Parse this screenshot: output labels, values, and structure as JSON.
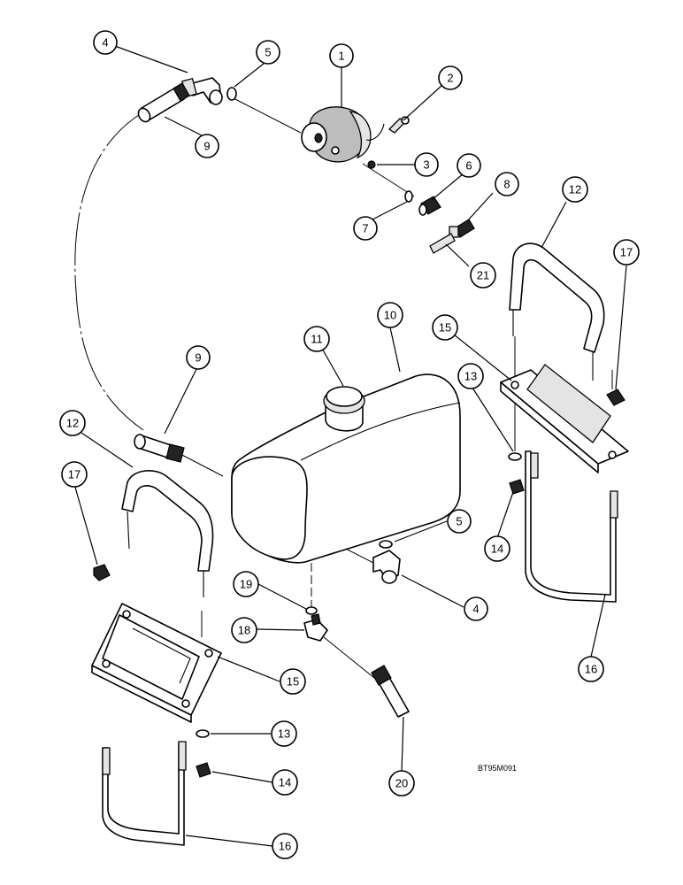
{
  "figure_code": "BT95M091",
  "callouts": [
    {
      "id": "c1",
      "label": "1"
    },
    {
      "id": "c2",
      "label": "2"
    },
    {
      "id": "c3",
      "label": "3"
    },
    {
      "id": "c4a",
      "label": "4"
    },
    {
      "id": "c5a",
      "label": "5"
    },
    {
      "id": "c6",
      "label": "6"
    },
    {
      "id": "c7",
      "label": "7"
    },
    {
      "id": "c8",
      "label": "8"
    },
    {
      "id": "c9a",
      "label": "9"
    },
    {
      "id": "c21",
      "label": "21"
    },
    {
      "id": "c12a",
      "label": "12"
    },
    {
      "id": "c17a",
      "label": "17"
    },
    {
      "id": "c10",
      "label": "10"
    },
    {
      "id": "c11",
      "label": "11"
    },
    {
      "id": "c9b",
      "label": "9"
    },
    {
      "id": "c15a",
      "label": "15"
    },
    {
      "id": "c13a",
      "label": "13"
    },
    {
      "id": "c12b",
      "label": "12"
    },
    {
      "id": "c17b",
      "label": "17"
    },
    {
      "id": "c14a",
      "label": "14"
    },
    {
      "id": "c5b",
      "label": "5"
    },
    {
      "id": "c4b",
      "label": "4"
    },
    {
      "id": "c19",
      "label": "19"
    },
    {
      "id": "c18",
      "label": "18"
    },
    {
      "id": "c15b",
      "label": "15"
    },
    {
      "id": "c16a",
      "label": "16"
    },
    {
      "id": "c13b",
      "label": "13"
    },
    {
      "id": "c14b",
      "label": "14"
    },
    {
      "id": "c20",
      "label": "20"
    },
    {
      "id": "c16b",
      "label": "16"
    }
  ]
}
